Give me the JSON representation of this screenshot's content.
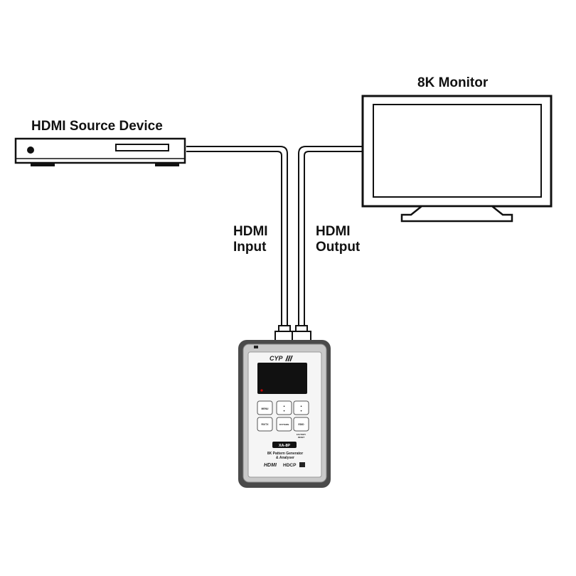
{
  "labels": {
    "source": "HDMI Source Device",
    "monitor": "8K Monitor",
    "input_line1": "HDMI",
    "input_line2": "Input",
    "output_line1": "HDMI",
    "output_line2": "Output"
  },
  "device": {
    "brand": "CYP",
    "model": "XA-8P",
    "description_line1": "8K Pattern Generator",
    "description_line2": "& Analyser",
    "hdmi_logo": "HDMI",
    "hdcp_logo": "HDCP",
    "buttons": {
      "menu": "MENU",
      "up": "▲",
      "down": "▼",
      "rx_tx": "RX/TX",
      "pattern": "PATTERN",
      "edid": "EDID",
      "factory_line1": "FACTORY",
      "factory_line2": "RESET"
    }
  },
  "colors": {
    "line": "#111111",
    "device_body": "#4a4a4a",
    "device_bezel": "#c9c9c9",
    "device_panel": "#f5f5f5",
    "screen": "#111111",
    "led": "#cc0000"
  }
}
